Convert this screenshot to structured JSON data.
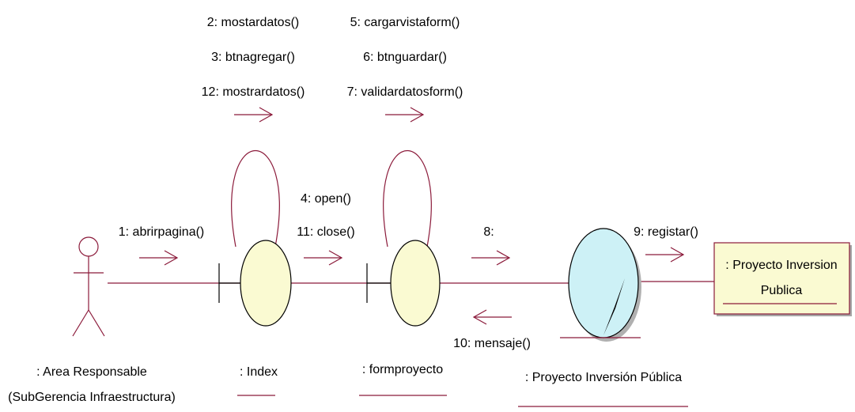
{
  "diagram": {
    "actor": {
      "label_line1": ": Area Responsable",
      "label_line2": "(SubGerencia Infraestructura)"
    },
    "objects": {
      "index": ": Index",
      "formproyecto": ": formproyecto",
      "control": ": Proyecto Inversión Pública",
      "entity_line1": ": Proyecto Inversion",
      "entity_line2": "Publica"
    },
    "messages": {
      "m1": "1: abrirpagina()",
      "m2": "2: mostardatos()",
      "m3": "3: btnagregar()",
      "m12": "12: mostrardatos()",
      "m4": "4: open()",
      "m11": "11: close()",
      "m5": "5: cargarvistaform()",
      "m6": "6: btnguardar()",
      "m7": "7: validardatosform()",
      "m8": "8:",
      "m9": "9: registar()",
      "m10": "10: mensaje()"
    },
    "colors": {
      "link": "#8b1a3a",
      "boundary_fill": "#fafad2",
      "control_fill": "#cdf1f6",
      "entity_fill": "#fafad2"
    }
  }
}
